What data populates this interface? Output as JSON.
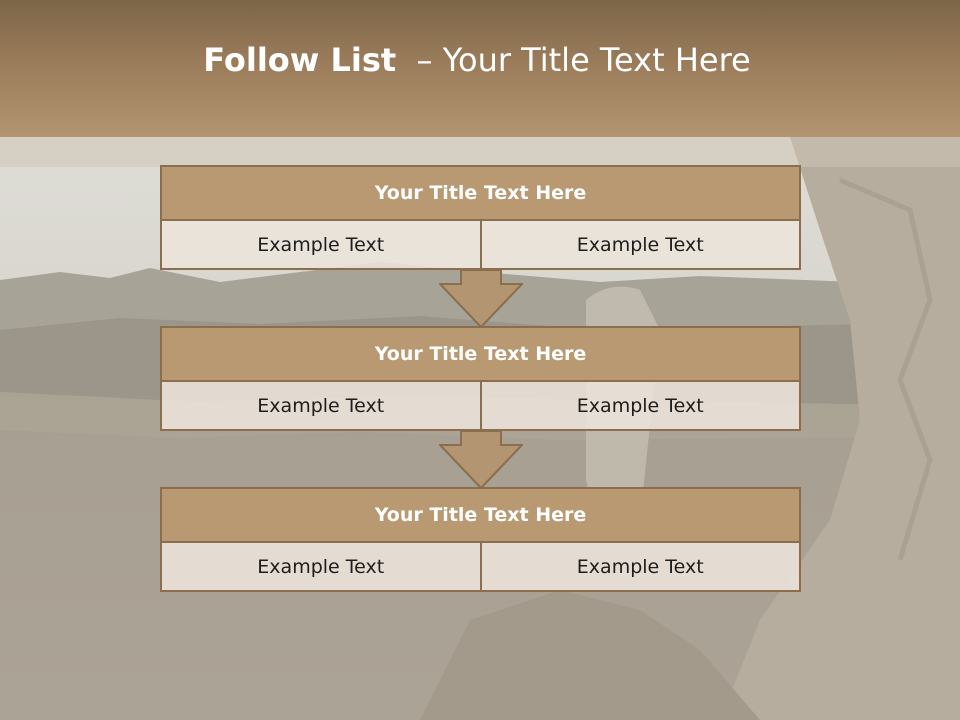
{
  "slide": {
    "title_bold": "Follow List",
    "title_rest": "  – Your Title Text Here"
  },
  "blocks": [
    {
      "title": "Your Title Text Here",
      "cells": [
        "Example Text",
        "Example Text"
      ]
    },
    {
      "title": "Your Title Text Here",
      "cells": [
        "Example Text",
        "Example Text"
      ]
    },
    {
      "title": "Your Title Text Here",
      "cells": [
        "Example Text",
        "Example Text"
      ]
    }
  ],
  "colors": {
    "title_bar": "#9a7c5a",
    "block_header": "#b89972",
    "block_border": "#8a6e4e",
    "cell_fill": "#ece4db",
    "arrow_fill": "#b49571"
  },
  "icons": [
    "down-arrow-icon",
    "down-arrow-icon"
  ]
}
